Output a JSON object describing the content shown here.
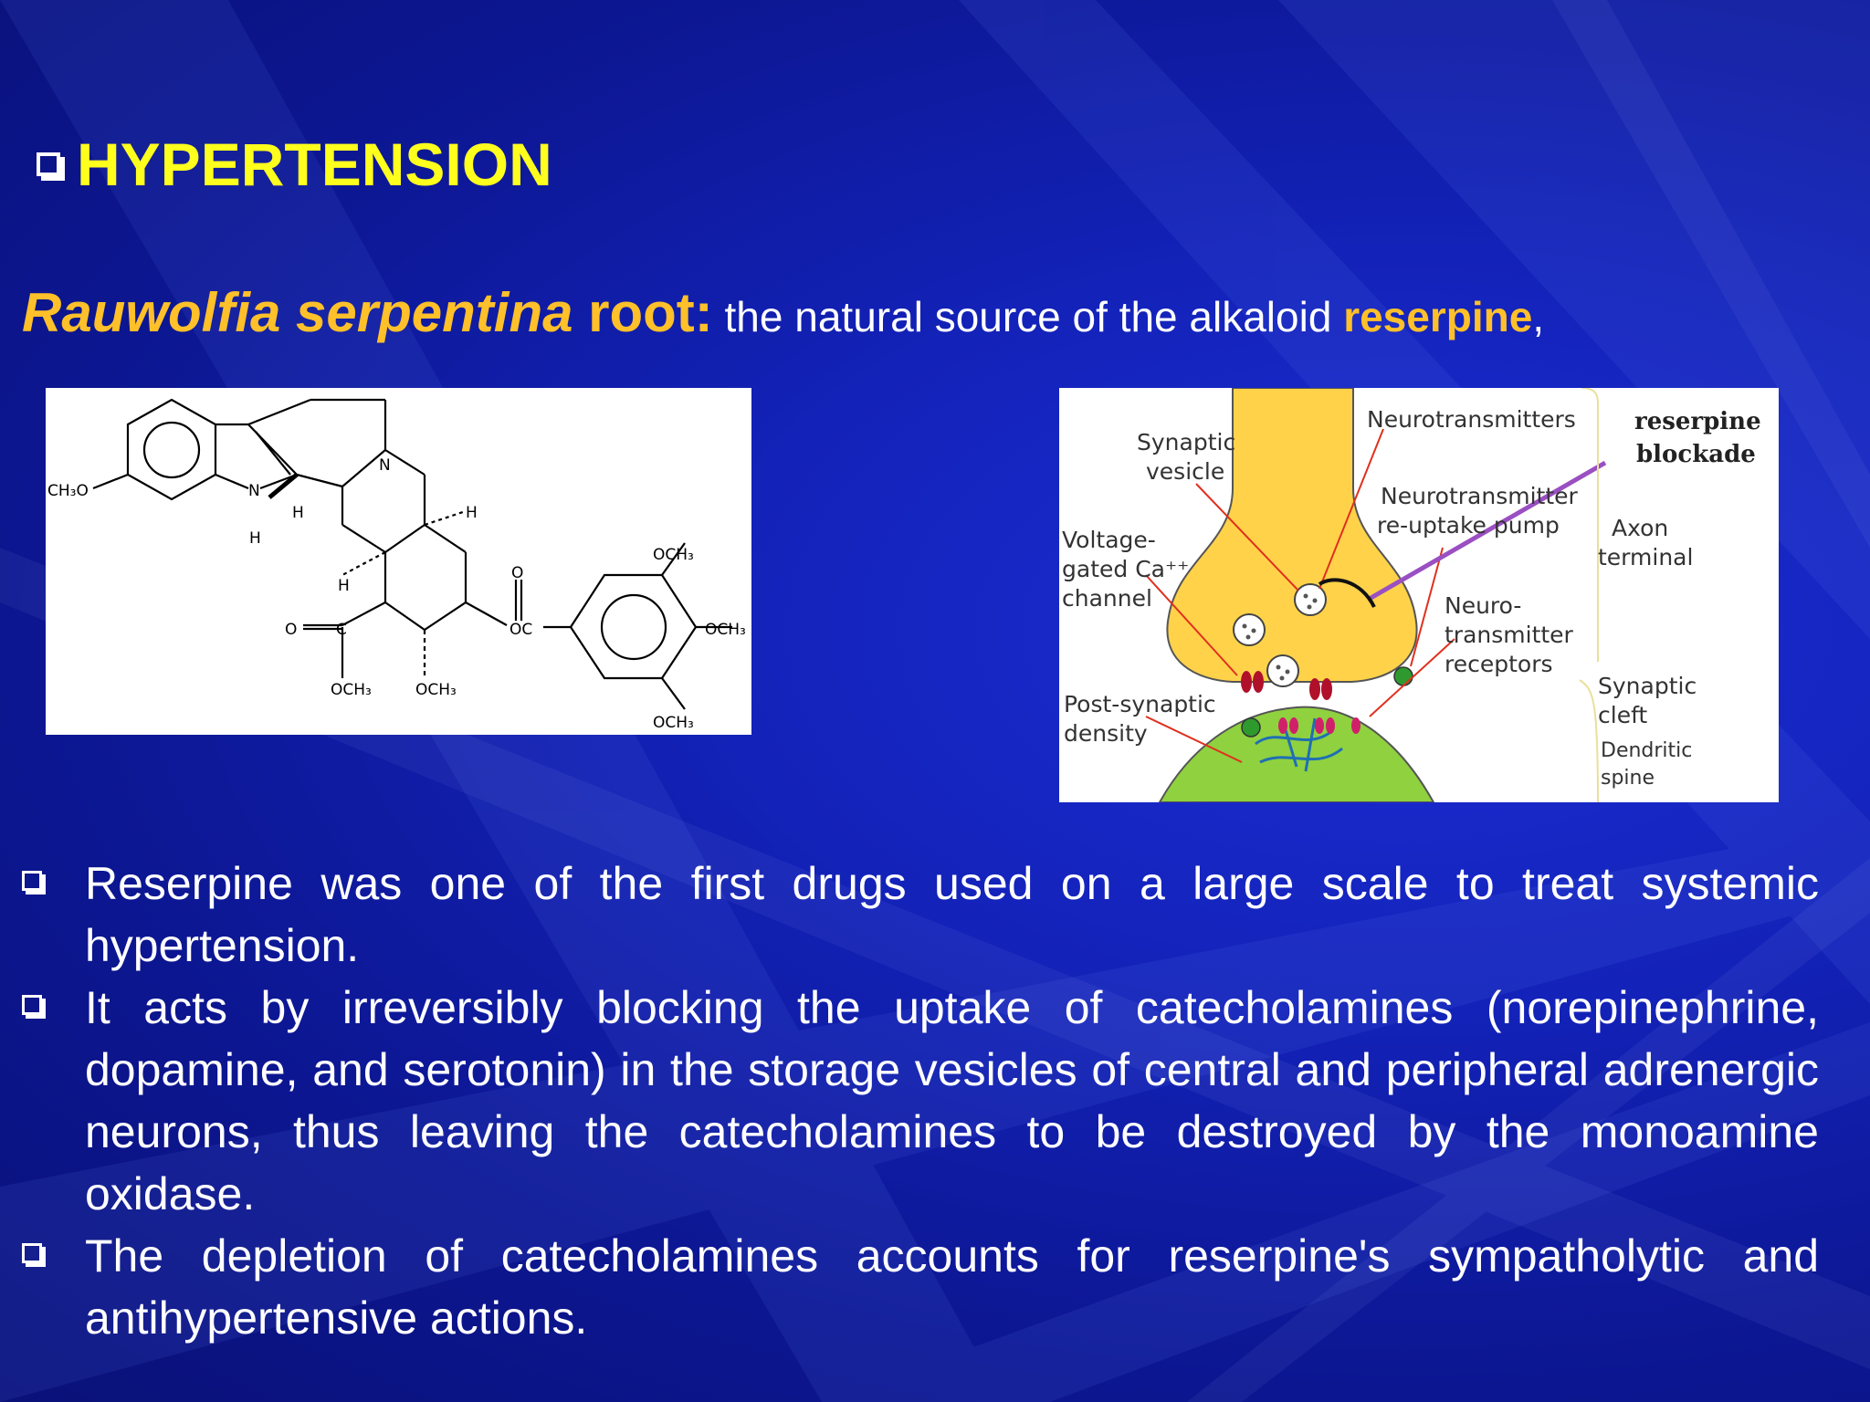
{
  "title": "HYPERTENSION",
  "subtitle": {
    "species": "Rauwolfia serpentina",
    "part": " root:",
    "desc": " the natural source of the alkaloid ",
    "compound": "reserpine",
    "trail": ","
  },
  "structure": {
    "labels": {
      "ch3o": "CH₃O",
      "n_indole": "N",
      "h_under_n": "H",
      "n_ring": "N",
      "h1": "H",
      "h2": "H",
      "h3": "H",
      "o_ester": "O",
      "c_ester": "C",
      "och3_ester": "OCH₃",
      "och3_mid": "OCH₃",
      "o_carbonyl": "O",
      "oc": "OC",
      "och3_top": "OCH₃",
      "och3_right": "OCH₃",
      "och3_bottom": "OCH₃"
    }
  },
  "synapse": {
    "labels": {
      "synaptic_vesicle_1": "Synaptic",
      "synaptic_vesicle_2": "vesicle",
      "neurotransmitters": "Neurotransmitters",
      "reserpine_1": "reserpine",
      "reserpine_2": "blockade",
      "reuptake_1": "Neurotransmitter",
      "reuptake_2": "re-uptake pump",
      "axon_1": "Axon",
      "axon_2": "terminal",
      "vgc_1": "Voltage-",
      "vgc_2": "gated Ca⁺⁺",
      "vgc_3": "channel",
      "receptors_1": "Neuro-",
      "receptors_2": "transmitter",
      "receptors_3": "receptors",
      "cleft_1": "Synaptic",
      "cleft_2": "cleft",
      "psd_1": "Post-synaptic",
      "psd_2": "density",
      "spine_1": "Dendritic",
      "spine_2": "spine"
    },
    "colors": {
      "axon_fill": "#ffd24a",
      "spine_fill": "#8fd13f",
      "arrow": "#e0301e",
      "blockade": "#9a4fc2"
    }
  },
  "bullets": [
    "Reserpine was one of the first drugs used on a large scale to treat systemic hypertension.",
    "It acts by irreversibly blocking the uptake of catecholamines (norepinephrine, dopamine, and serotonin) in the storage vesicles of central and peripheral adrenergic neurons, thus leaving the catecholamines to be destroyed by the monoamine oxidase.",
    "The depletion of catecholamines accounts for reserpine's sympatholytic and antihypertensive actions."
  ],
  "colors": {
    "title": "#ffff1e",
    "highlight": "#ffc02a",
    "text": "#ffffff",
    "background": "#1322b8"
  }
}
